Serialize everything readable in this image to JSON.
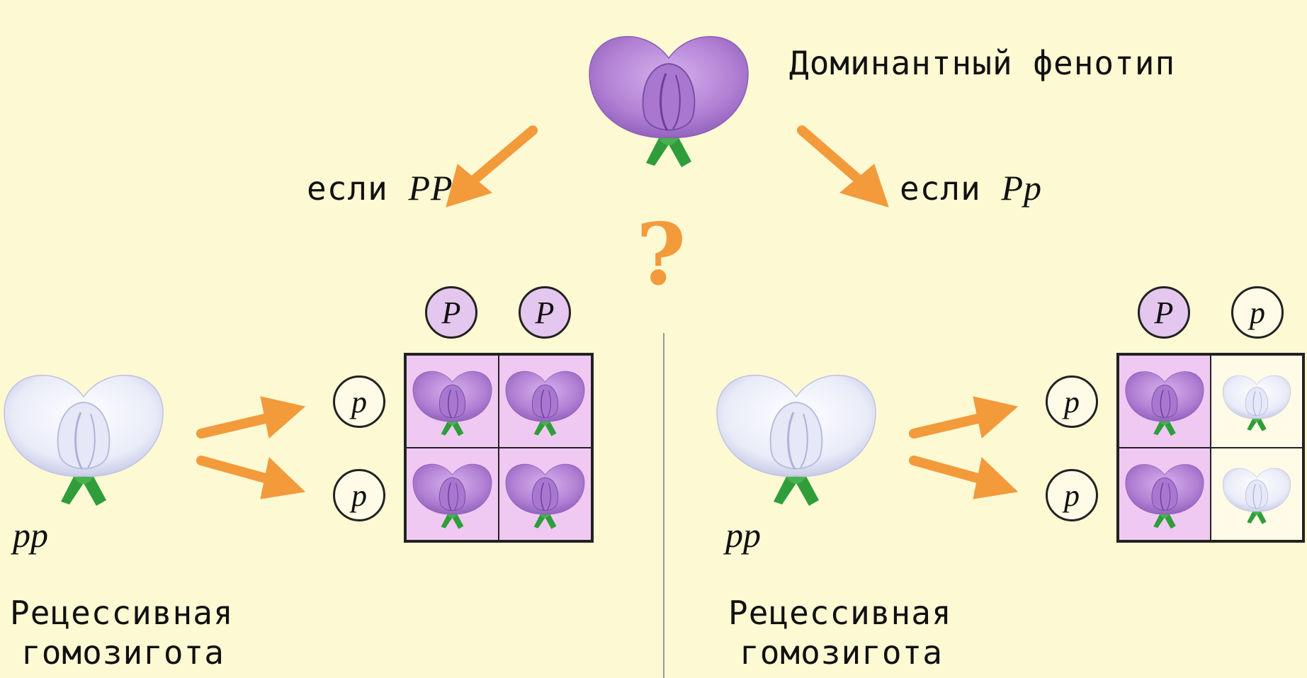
{
  "title": "Доминантный фенотип",
  "question_mark": "?",
  "left": {
    "branch_label_prefix": "если ",
    "branch_genotype": "PP",
    "parent_genotype": "pp",
    "parent_caption_line1": "Рецессивная",
    "parent_caption_line2": "гомозигота",
    "column_alleles": [
      "P",
      "P"
    ],
    "row_alleles": [
      "p",
      "p"
    ],
    "offspring": [
      "purple",
      "purple",
      "purple",
      "purple"
    ]
  },
  "right": {
    "branch_label_prefix": "если ",
    "branch_genotype": "Pp",
    "parent_genotype": "pp",
    "parent_caption_line1": "Рецессивная",
    "parent_caption_line2": "гомозигота",
    "column_alleles": [
      "P",
      "p"
    ],
    "row_alleles": [
      "p",
      "p"
    ],
    "offspring": [
      "purple",
      "white",
      "purple",
      "white"
    ]
  },
  "colors": {
    "background": "#fdf9d3",
    "arrow": "#f39a3b",
    "dominant_flower": "#b580d0",
    "recessive_flower": "#e3e6f6",
    "dominant_cell": "#f0c9f2"
  }
}
